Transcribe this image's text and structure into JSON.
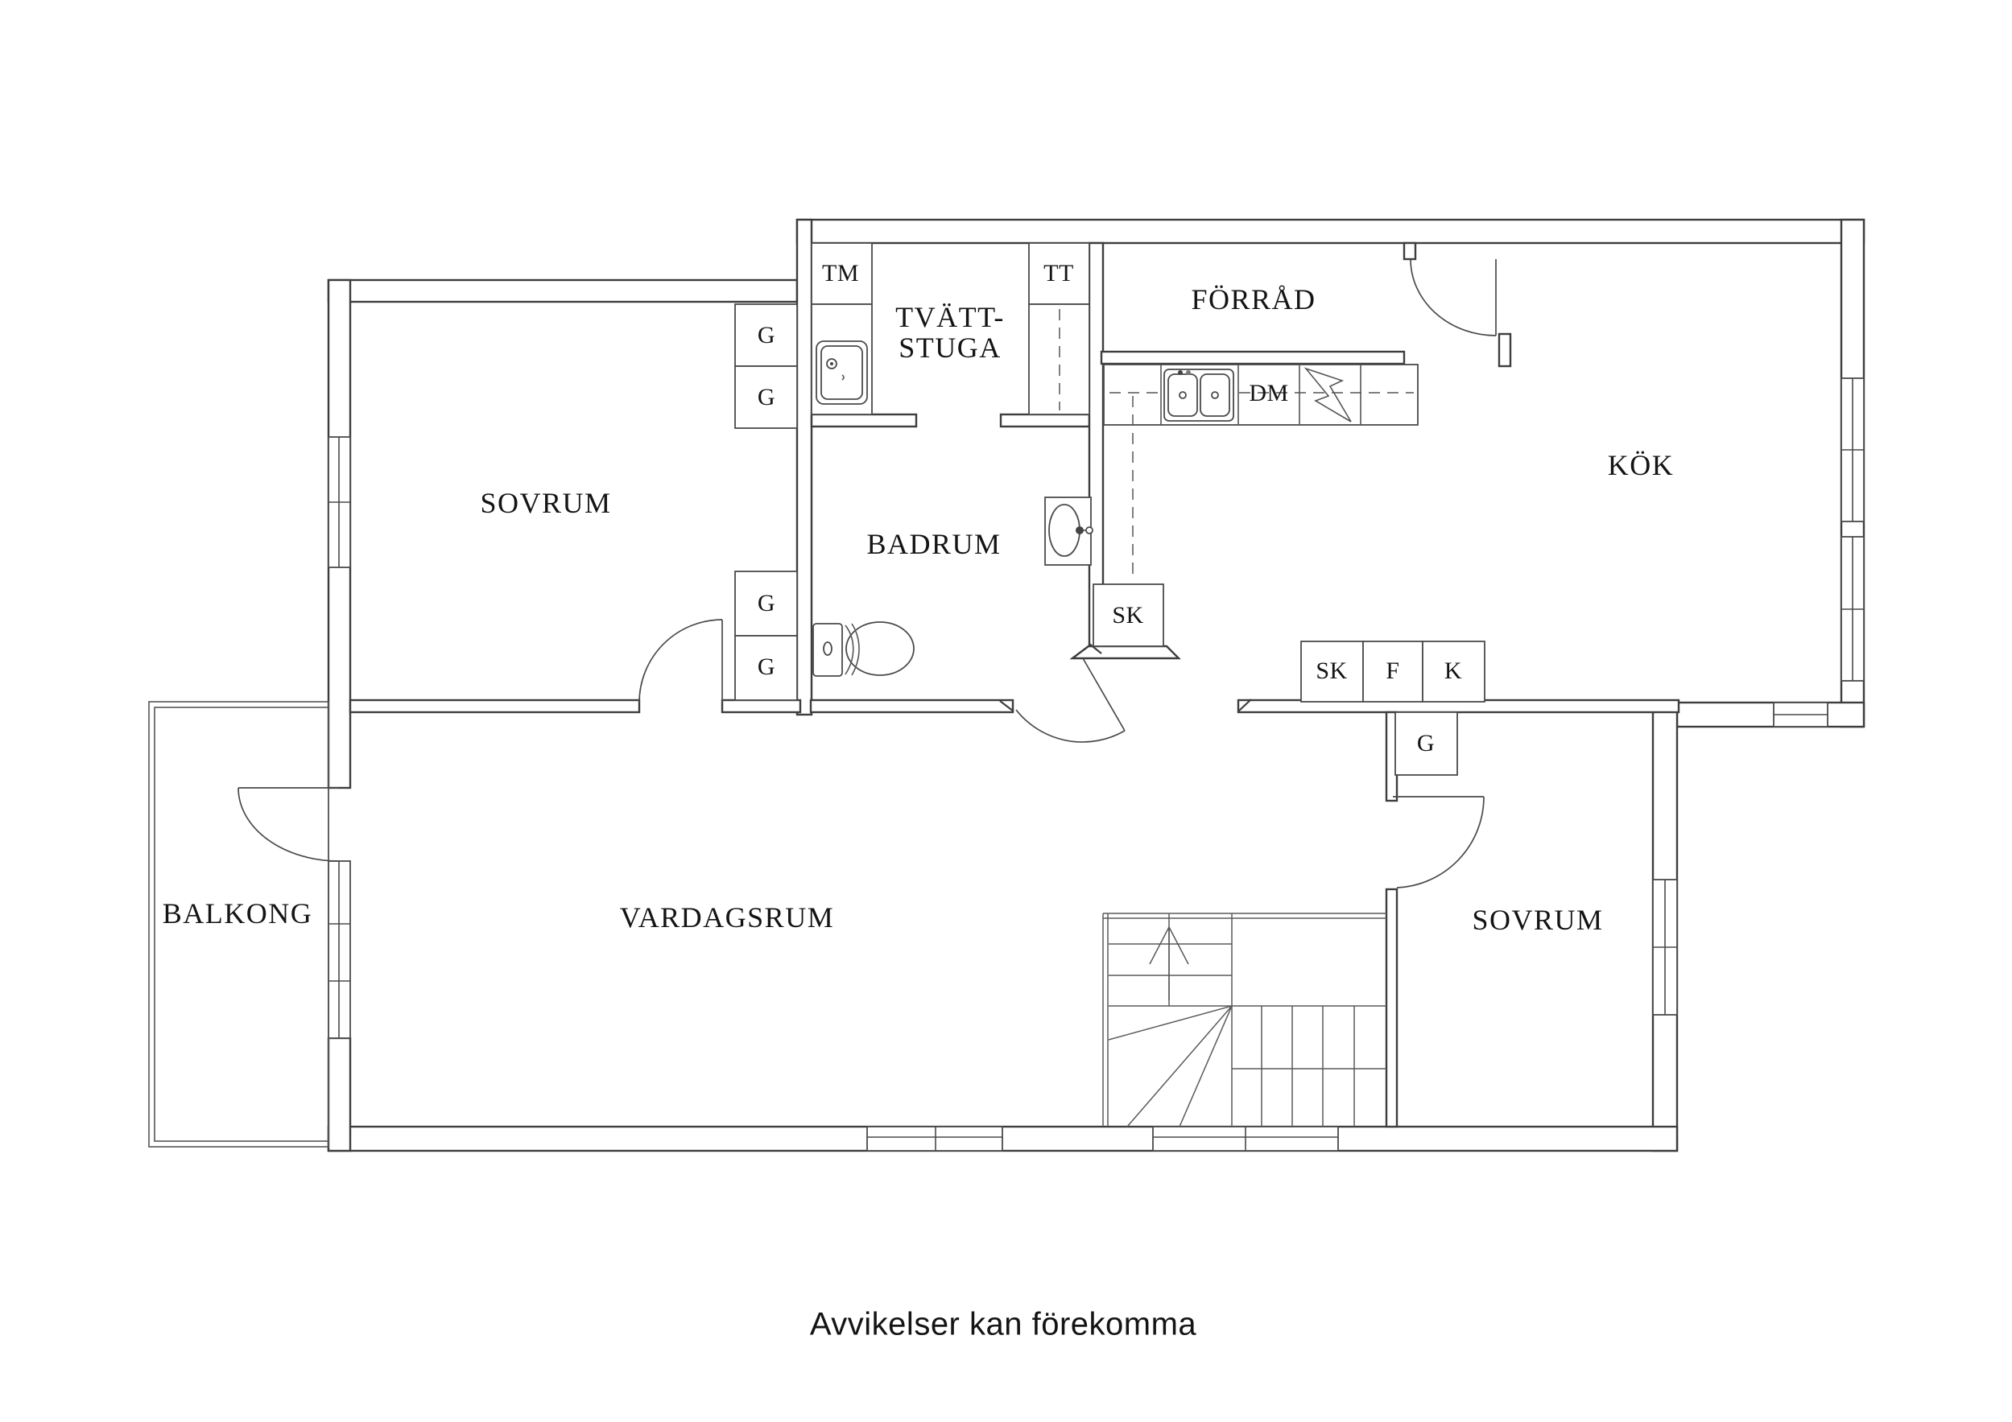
{
  "colors": {
    "wall_line": "#3d3d3d",
    "thin_line": "#555555",
    "text": "#141414",
    "background": "#ffffff"
  },
  "disclaimer": "Avvikelser kan förekomma",
  "rooms": {
    "sovrum1": "SOVRUM",
    "tvattstuga_line1": "TVÄTT-",
    "tvattstuga_line2": "STUGA",
    "forrad": "FÖRRÅD",
    "kok": "KÖK",
    "badrum": "BADRUM",
    "vardagsrum": "VARDAGSRUM",
    "balkong": "BALKONG",
    "sovrum2": "SOVRUM"
  },
  "fixtures": {
    "tm": "TM",
    "tt": "TT",
    "dm": "DM",
    "sk_badrum": "SK",
    "sk_kok": "SK",
    "f_kok": "F",
    "k_kok": "K",
    "g_sovrum1_top1": "G",
    "g_sovrum1_top2": "G",
    "g_sovrum1_bottom1": "G",
    "g_sovrum1_bottom2": "G",
    "g_sovrum2": "G"
  }
}
